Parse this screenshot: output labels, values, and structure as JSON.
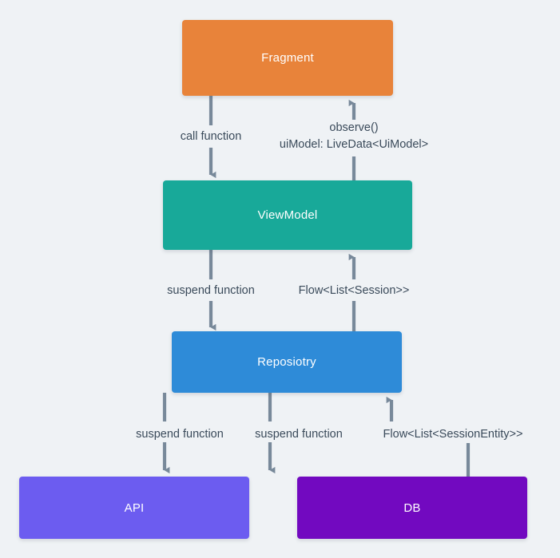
{
  "diagram": {
    "title": "Android app architecture data flow",
    "background_color": "#eff2f5",
    "connector_color": "#78899a",
    "label_color": "#3a4a5a"
  },
  "nodes": {
    "fragment": {
      "label": "Fragment",
      "color": "#e8833a"
    },
    "viewmodel": {
      "label": "ViewModel",
      "color": "#18a999"
    },
    "repository": {
      "label": "Reposiotry",
      "color": "#2e8bd8"
    },
    "api": {
      "label": "API",
      "color": "#6c5cf0"
    },
    "db": {
      "label": "DB",
      "color": "#7209c0"
    }
  },
  "edges": {
    "fragment_to_viewmodel": {
      "label": "call function"
    },
    "viewmodel_to_fragment": {
      "label_line1": "observe()",
      "label_line2": "uiModel: LiveData<UiModel>"
    },
    "viewmodel_to_repository": {
      "label": "suspend function"
    },
    "repository_to_viewmodel": {
      "label": "Flow<List<Session>>"
    },
    "repository_to_api": {
      "label": "suspend function"
    },
    "repository_to_db": {
      "label": "suspend function"
    },
    "db_to_repository": {
      "label": "Flow<List<SessionEntity>>"
    }
  }
}
